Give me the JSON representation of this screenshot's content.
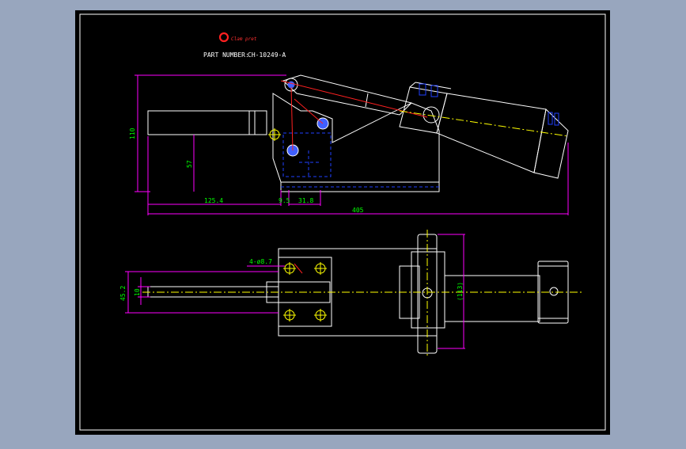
{
  "logo": {
    "text": "Clam pret"
  },
  "part": {
    "label": "PART NUMBER:",
    "number": "CH-10249-A"
  },
  "dims": {
    "height_total": "110",
    "height_handle": "57",
    "len_125": "125.4",
    "len_9": "9.5",
    "len_31": "31.8",
    "len_total": "405",
    "holes": "4-ø8.7",
    "width_45": "45.2",
    "width_10": "10",
    "width_right": "(113)"
  },
  "colors": {
    "background": "#000000",
    "outer": "#98a6be",
    "frame": "#ffffff",
    "dimension": "#ff00ff",
    "dim_text": "#00ff00",
    "hidden": "#0000ff",
    "center": "#ffff00",
    "cut": "#ff0000"
  }
}
